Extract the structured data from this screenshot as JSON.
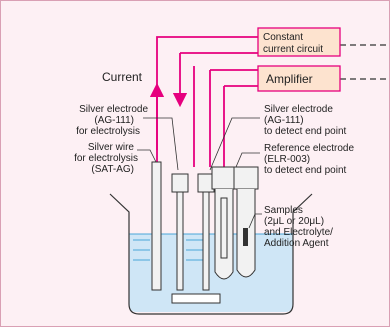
{
  "colors": {
    "background": "#fdf0f4",
    "wire": "#e6007e",
    "box_fill": "#fde3cf",
    "box_stroke": "#e6007e",
    "liquid": "#cfe6f6",
    "liquid_lines": "#4aa6d8",
    "electrode_fill": "#f2f2f2",
    "outline": "#333333"
  },
  "boxes": {
    "constant_current": [
      "Constant",
      "current circuit"
    ],
    "amplifier": "Amplifier"
  },
  "labels": {
    "current": "Current",
    "silver_electrode_electrolysis": [
      "Silver electrode",
      "(AG-111)",
      "for electrolysis"
    ],
    "silver_wire": [
      "Silver wire",
      "for electrolysis",
      "(SAT-AG)"
    ],
    "silver_electrode_endpoint": [
      "Silver electrode",
      "(AG-111)",
      "to detect end point"
    ],
    "reference_electrode": [
      "Reference electrode",
      "(ELR-003)",
      "to detect end point"
    ],
    "samples": [
      "Samples",
      "(2μL or 20μL)",
      "and Electrolyte/",
      "Addition Agent"
    ]
  }
}
